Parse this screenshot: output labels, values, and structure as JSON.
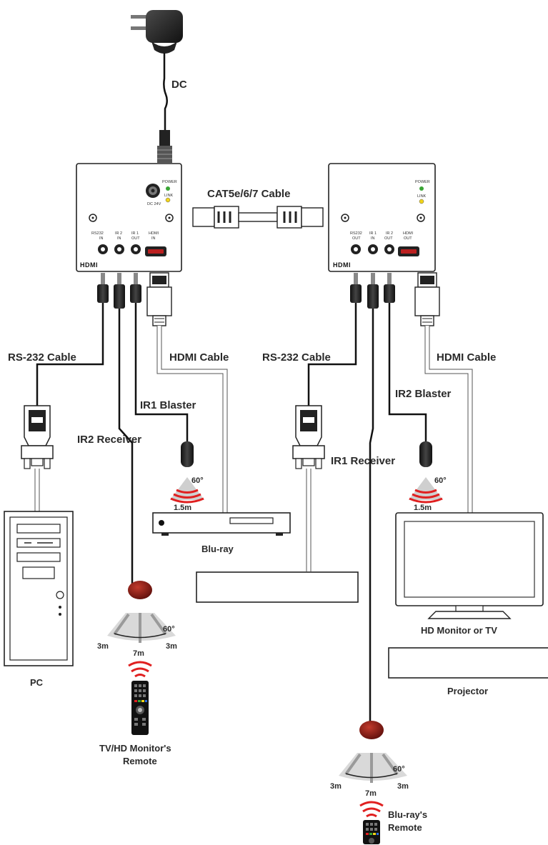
{
  "labels": {
    "dc": "DC",
    "cat_cable": "CAT5e/6/7 Cable",
    "rs232_left": "RS-232 Cable",
    "rs232_right": "RS-232 Cable",
    "hdmi_cable_left": "HDMI Cable",
    "hdmi_cable_right": "HDMI Cable",
    "ir1_blaster": "IR1 Blaster",
    "ir2_blaster": "IR2 Blaster",
    "ir2_receiver": "IR2 Receiver",
    "ir1_receiver": "IR1 Receiver",
    "bluray": "Blu-ray",
    "hd_monitor": "HD Monitor or TV",
    "projector": "Projector",
    "pc": "PC",
    "tv_remote_line1": "TV/HD Monitor's",
    "tv_remote_line2": "Remote",
    "bluray_remote_line1": "Blu-ray's",
    "bluray_remote_line2": "Remote",
    "blaster_angle": "60°",
    "blaster_range": "1.5m",
    "receiver_angle": "60°",
    "receiver_side": "3m",
    "receiver_center": "7m"
  },
  "transmitter": {
    "power": "POWER",
    "link": "LINK",
    "dc_in": "DC 24V",
    "port1_l1": "RS232",
    "port1_l2": "IN",
    "port2_l1": "IR 2",
    "port2_l2": "IN",
    "port3_l1": "IR 1",
    "port3_l2": "OUT",
    "port4_l1": "HDMI",
    "port4_l2": "IN",
    "logo": "HDMI"
  },
  "receiver": {
    "power": "POWER",
    "link": "LINK",
    "port1_l1": "RS232",
    "port1_l2": "OUT",
    "port2_l1": "IR 1",
    "port2_l2": "IN",
    "port3_l1": "IR 2",
    "port3_l2": "OUT",
    "port4_l1": "HDMI",
    "port4_l2": "OUT",
    "logo": "HDMI"
  },
  "colors": {
    "power_led": "#3aa535",
    "link_led": "#f2d419",
    "ir_signal": "#e02020",
    "ir_receiver": "#8b1a14"
  }
}
